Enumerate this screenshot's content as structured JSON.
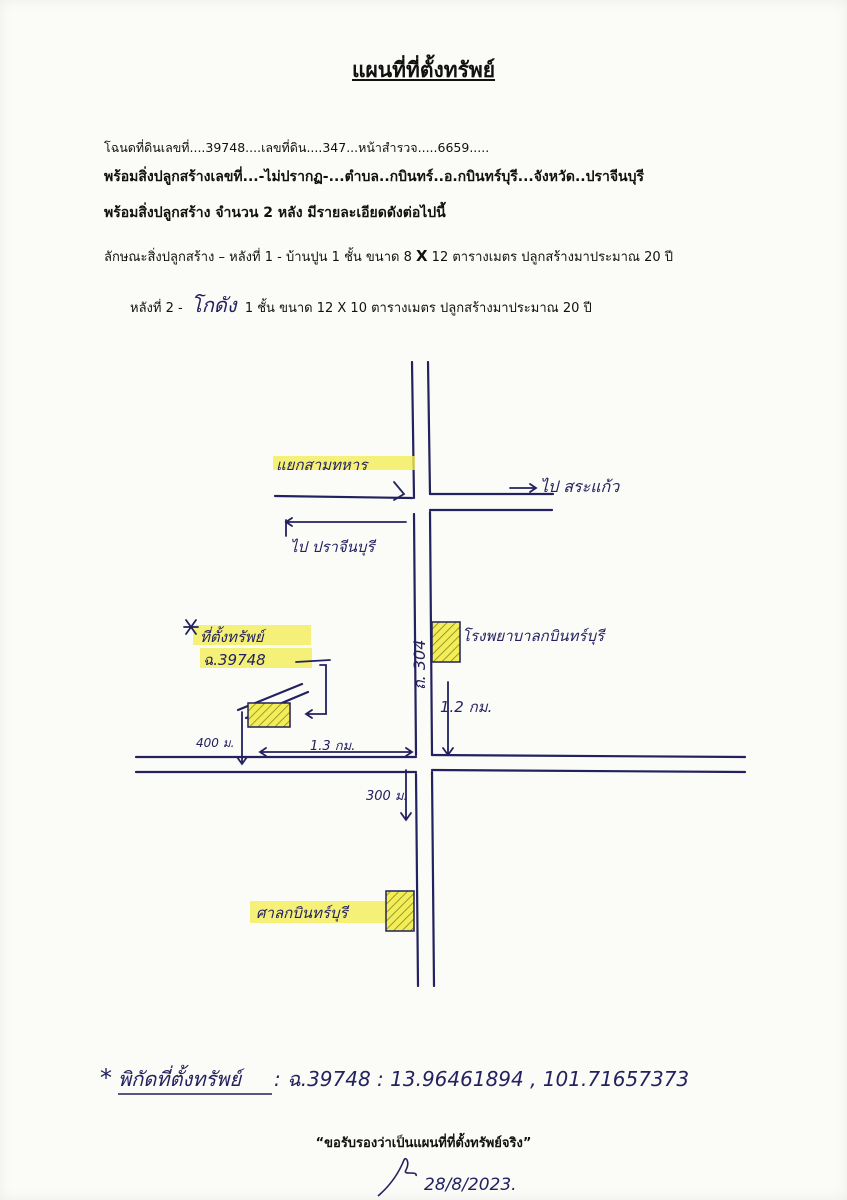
{
  "title": "แผนที่ที่ตั้งทรัพย์",
  "deed_line": {
    "prefix": "โฉนดที่ดินเลขที่....",
    "deed_no": "39748",
    "land_label": "....เลขที่ดิน....",
    "land_no": "347",
    "survey_label": "...หน้าสำรวจ.....",
    "survey_no": "6659",
    "end": "....."
  },
  "building_line": "พร้อมสิ่งปลูกสร้างเลขที่...-ไม่ปรากฏ-...ตำบล..กบินทร์..อ.กบินทร์บุรี...จังหวัด..ปราจีนบุรี",
  "count_line": "พร้อมสิ่งปลูกสร้าง  จำนวน  2 หลัง  มีรายละเอียดดังต่อไปนี้",
  "building1": {
    "prefix": "ลักษณะสิ่งปลูกสร้าง – หลังที่ 1 - บ้านปูน  1  ชั้น  ขนาด  8  ",
    "x": "X",
    "suffix": "  12  ตารางเมตร ปลูกสร้างมาประมาณ  20  ปี"
  },
  "building2": {
    "prefix": "หลังที่ 2 -",
    "handwritten": "โกดัง",
    "suffix": "1 ชั้น  ขนาด  12 X 10  ตารางเมตร  ปลูกสร้างมาประมาณ  20  ปี"
  },
  "map": {
    "junction_label": "แยกสามทหาร",
    "to_sakaeo": "ไป สระแก้ว",
    "to_prachinburi": "ไป ปราจีนบุรี",
    "road_label": "ถ. 304",
    "hospital": "โรงพยาบาลกบินทร์บุรี",
    "distance_hospital": "1.2 กม.",
    "property_label_1": "ที่ตั้งทรัพย์",
    "property_label_2": "ฉ.39748",
    "distance_west": "1.3 กม.",
    "distance_south_side": "400 ม.",
    "distance_south": "300 ม.",
    "court": "ศาลกบินทร์บุรี"
  },
  "coordinates": {
    "label": "พิกัดที่ตั้งทรัพย์",
    "value": ": ฉ.39748 : 13.96461894 , 101.71657373"
  },
  "certification": "“ขอรับรองว่าเป็นแผนที่ที่ตั้งทรัพย์จริง”",
  "signature_date": "28/8/2023.",
  "colors": {
    "ink": "#23215f",
    "highlight": "#f2ee58",
    "hatch": "#c8c42a"
  }
}
